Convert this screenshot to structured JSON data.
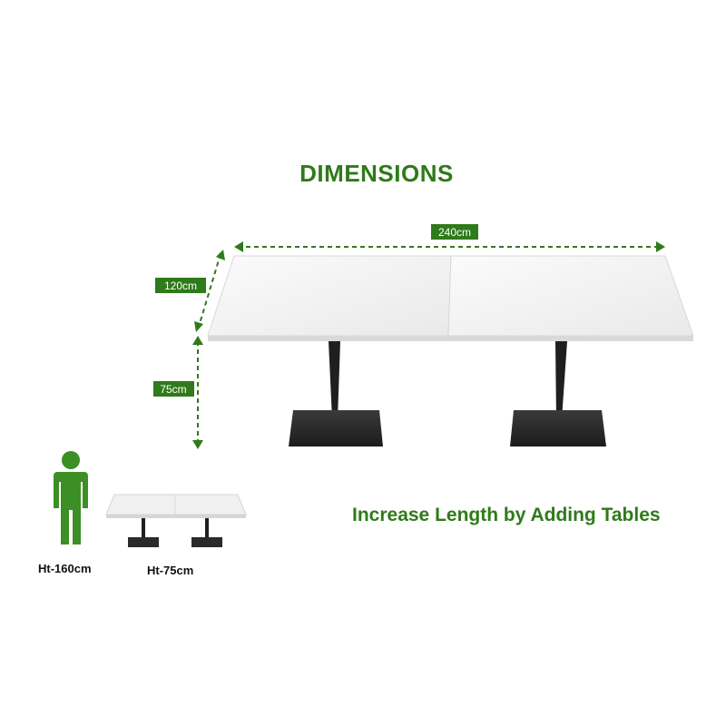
{
  "title": "DIMENSIONS",
  "subtitle": "Increase Length by Adding Tables",
  "dimensions": {
    "length": "240cm",
    "width": "120cm",
    "height": "75cm"
  },
  "comparison": {
    "person_height": "Ht-160cm",
    "table_height": "Ht-75cm"
  },
  "colors": {
    "accent_green": "#2f7a1a",
    "label_bg": "#2f7a1a",
    "table_top": "#f1f1f1",
    "table_base": "#2a2a2a"
  }
}
